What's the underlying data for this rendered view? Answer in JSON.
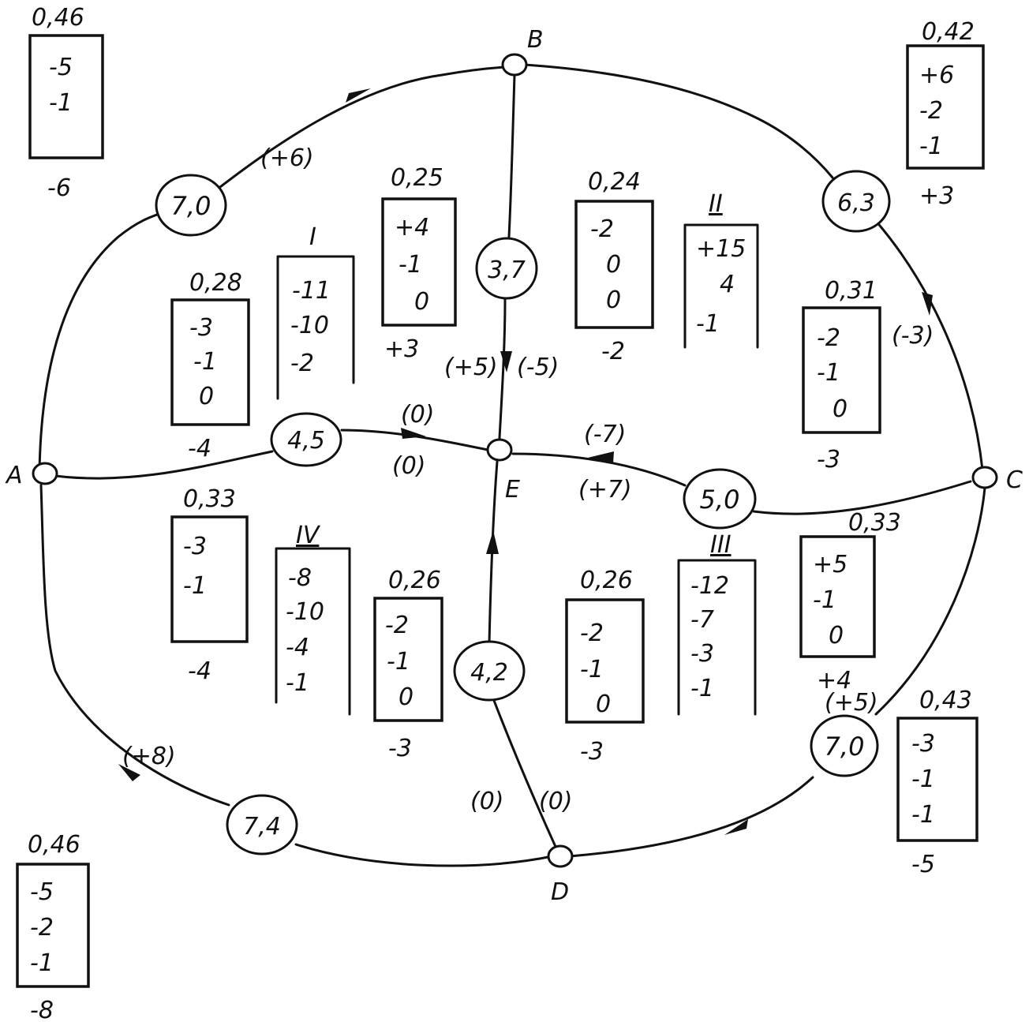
{
  "nodes": {
    "A": "A",
    "B": "B",
    "C": "C",
    "D": "D",
    "E": "E"
  },
  "circles": [
    "7,0",
    "3,7",
    "6,3",
    "4,5",
    "5,0",
    "4,2",
    "7,0",
    "7,4"
  ],
  "flows": [
    "(+6)",
    "(-3)",
    "(+5)",
    "(-5)",
    "(0)",
    "(0)",
    "(-7)",
    "(+7)",
    "(0)",
    "(0)",
    "(+5)",
    "(+8)"
  ],
  "boxes": [
    {
      "top": "0,46",
      "values": [
        "-5",
        "-1"
      ],
      "bottom": "-6"
    },
    {
      "top": "0,42",
      "values": [
        "+6",
        "-2",
        "-1"
      ],
      "bottom": "+3"
    },
    {
      "top": "0,25",
      "values": [
        "+4",
        "-1",
        "0"
      ],
      "bottom": "+3"
    },
    {
      "top": "0,24",
      "values": [
        "-2",
        "0",
        "0"
      ],
      "bottom": "-2"
    },
    {
      "top": "0,28",
      "values": [
        "-3",
        "-1",
        "0"
      ],
      "bottom": "-4"
    },
    {
      "top": "0,31",
      "values": [
        "-2",
        "-1",
        "0"
      ],
      "bottom": "-3"
    },
    {
      "top": "0,33",
      "values": [
        "-3",
        "-1"
      ],
      "bottom": "-4"
    },
    {
      "top": "0,26",
      "values": [
        "-2",
        "-1",
        "0"
      ],
      "bottom": "-3"
    },
    {
      "top": "0,26",
      "values": [
        "-2",
        "-1",
        "0"
      ],
      "bottom": "-3"
    },
    {
      "top": "0,33",
      "values": [
        "+5",
        "-1",
        "0"
      ],
      "bottom": "+4"
    },
    {
      "top": "0,43",
      "values": [
        "-3",
        "-1",
        "-1"
      ],
      "bottom": "-5"
    },
    {
      "top": "0,46",
      "values": [
        "-5",
        "-2",
        "-1"
      ],
      "bottom": "-8"
    }
  ],
  "regions": [
    {
      "label": "I",
      "values": [
        "-11",
        "-10",
        "-2"
      ]
    },
    {
      "label": "II",
      "values": [
        "+15",
        "4",
        "-1"
      ]
    },
    {
      "label": "III",
      "values": [
        "-12",
        "-7",
        "-3",
        "-1"
      ]
    },
    {
      "label": "IV",
      "values": [
        "-8",
        "-10",
        "-4",
        "-1"
      ]
    }
  ]
}
